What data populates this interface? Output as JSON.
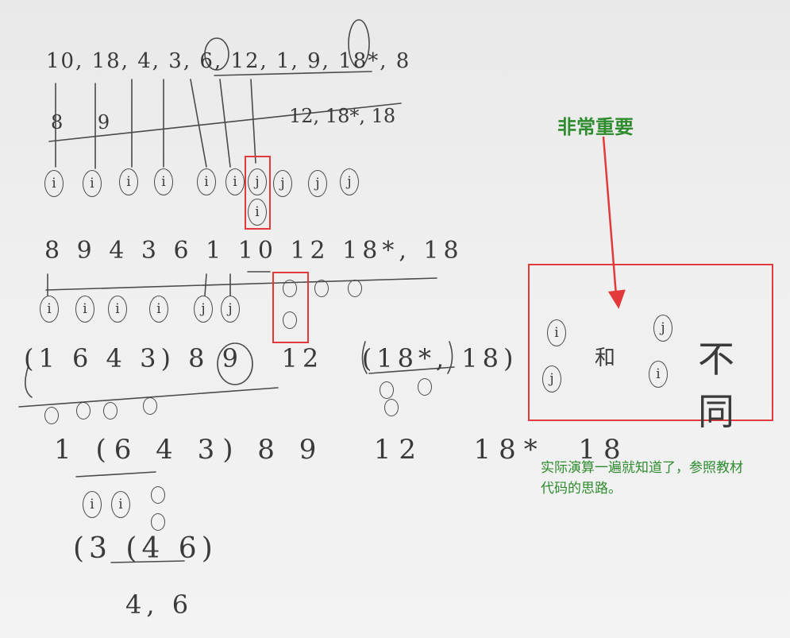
{
  "page": {
    "background": "#ebebeb",
    "accent_red": "#e23a3a",
    "annotation_green": "#2e8b2e",
    "ink": "#3a3a3a"
  },
  "handwriting": {
    "row1": "10, 18, 4, 3, 6, 12, 1, 9, 18*, 8",
    "row1_sub": "12, 18*, 18",
    "row1_marks": "8   9",
    "row2": "8 9 4 3 6 1 10 12 18*, 18",
    "row3": "(1 6 4 3) 8 9   12   (18*, 18)",
    "row4": "1 (6 4 3) 8 9   12   18*  18",
    "row5": "(3 (4 6)",
    "row6": "4, 6"
  },
  "pointers": {
    "i": "i",
    "j": "j"
  },
  "annotation": {
    "title": "非常重要",
    "note_line1": "实际演算一遍就知道了，参照教材",
    "note_line2": "代码的思路。",
    "box_middle": "和",
    "box_right": "不同"
  }
}
